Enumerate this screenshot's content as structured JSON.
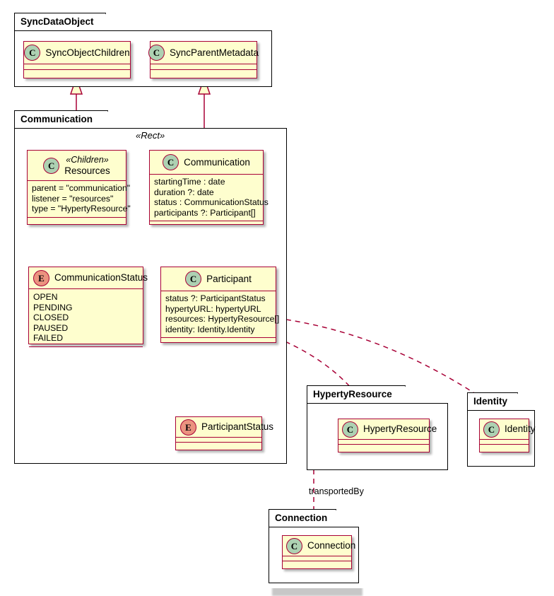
{
  "diagram": {
    "kind": "uml-class-diagram",
    "colors": {
      "node_fill": "#FEFECE",
      "node_border": "#A80036",
      "class_badge": "#ADD1B2",
      "enum_badge": "#EB937F",
      "package_border": "#000000",
      "background": "#FFFFFF",
      "line": "#A80036"
    }
  },
  "packages": [
    {
      "id": "sync",
      "name": "SyncDataObject"
    },
    {
      "id": "communication",
      "name": "Communication",
      "stereotype": "«Rect»"
    },
    {
      "id": "hypertyresource",
      "name": "HypertyResource"
    },
    {
      "id": "identity",
      "name": "Identity"
    },
    {
      "id": "connection",
      "name": "Connection"
    }
  ],
  "nodes": {
    "sync_object_children": {
      "badge": "C",
      "badge_name": "class-badge",
      "title": "SyncObjectChildren",
      "stereotype": "",
      "attributes": []
    },
    "sync_parent_metadata": {
      "badge": "C",
      "badge_name": "class-badge",
      "title": "SyncParentMetadata",
      "stereotype": "",
      "attributes": []
    },
    "resources": {
      "badge": "C",
      "badge_name": "class-badge",
      "title": "Resources",
      "stereotype": "«Children»",
      "attributes": [
        "parent = \"communication\"",
        "listener = \"resources\"",
        "type = \"HypertyResource\""
      ]
    },
    "communication": {
      "badge": "C",
      "badge_name": "class-badge",
      "title": "Communication",
      "stereotype": "",
      "attributes": [
        "startingTime : date",
        "duration ?: date",
        "status : CommunicationStatus",
        "participants ?: Participant[]"
      ]
    },
    "communication_status": {
      "badge": "E",
      "badge_name": "enum-badge",
      "title": "CommunicationStatus",
      "stereotype": "",
      "attributes": [
        "OPEN",
        "PENDING",
        "CLOSED",
        "PAUSED",
        "FAILED"
      ]
    },
    "participant": {
      "badge": "C",
      "badge_name": "class-badge",
      "title": "Participant",
      "stereotype": "",
      "attributes": [
        "status ?: ParticipantStatus",
        "hypertyURL: hypertyURL",
        "resources: HypertyResource[]",
        "identity: Identity.Identity"
      ]
    },
    "participant_status": {
      "badge": "E",
      "badge_name": "enum-badge",
      "title": "ParticipantStatus",
      "stereotype": "",
      "attributes": []
    },
    "hyperty_resource": {
      "badge": "C",
      "badge_name": "class-badge",
      "title": "HypertyResource",
      "stereotype": "",
      "attributes": []
    },
    "identity": {
      "badge": "C",
      "badge_name": "class-badge",
      "title": "Identity",
      "stereotype": "",
      "attributes": []
    },
    "connection": {
      "badge": "C",
      "badge_name": "class-badge",
      "title": "Connection",
      "stereotype": "",
      "attributes": []
    }
  },
  "edges": [
    {
      "from": "resources",
      "to": "sync_object_children",
      "type": "generalization",
      "label": ""
    },
    {
      "from": "communication",
      "to": "sync_parent_metadata",
      "type": "generalization",
      "label": ""
    },
    {
      "from": "resources",
      "to": "communication",
      "type": "dependency",
      "label": ""
    },
    {
      "from": "communication",
      "to": "communication_status",
      "type": "dependency",
      "label": ""
    },
    {
      "from": "communication",
      "to": "participant",
      "type": "composition",
      "label": ""
    },
    {
      "from": "participant",
      "to": "participant_status",
      "type": "dependency",
      "label": ""
    },
    {
      "from": "participant",
      "to": "hyperty_resource",
      "type": "dependency-arrow",
      "label": ""
    },
    {
      "from": "participant",
      "to": "identity",
      "type": "dependency-arrow",
      "label": ""
    },
    {
      "from": "hyperty_resource",
      "to": "connection",
      "type": "dependency-arrow",
      "label": "transportedBy"
    }
  ],
  "labels": {
    "transported_by": "transportedBy",
    "rect_stereotype": "«Rect»"
  }
}
